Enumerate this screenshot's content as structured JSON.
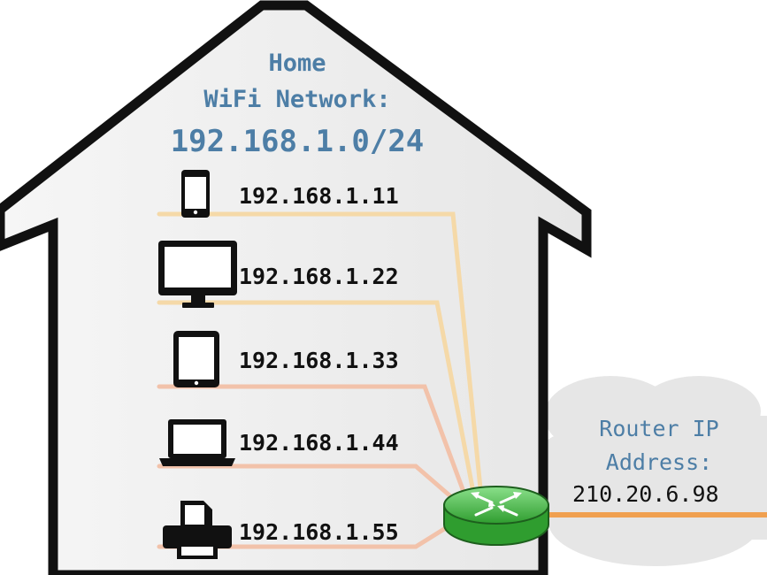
{
  "network": {
    "title_line1": "Home",
    "title_line2": "WiFi Network:",
    "subnet": "192.168.1.0/24"
  },
  "devices": [
    {
      "icon": "smartphone-icon",
      "ip": "192.168.1.11"
    },
    {
      "icon": "monitor-icon",
      "ip": "192.168.1.22"
    },
    {
      "icon": "tablet-icon",
      "ip": "192.168.1.33"
    },
    {
      "icon": "laptop-icon",
      "ip": "192.168.1.44"
    },
    {
      "icon": "printer-icon",
      "ip": "192.168.1.55"
    }
  ],
  "router": {
    "label_line1": "Router IP",
    "label_line2": "Address:",
    "ip": "210.20.6.98",
    "icon": "router-icon"
  },
  "colors": {
    "title_blue": "#4d7ea6",
    "router_green": "#3bb53b",
    "cable_light": "#f5d9a8",
    "cable_pink": "#f2c2aa",
    "cable_orange": "#f0a050",
    "cloud_gray": "#e6e6e6",
    "house_fill": "#efefef"
  }
}
